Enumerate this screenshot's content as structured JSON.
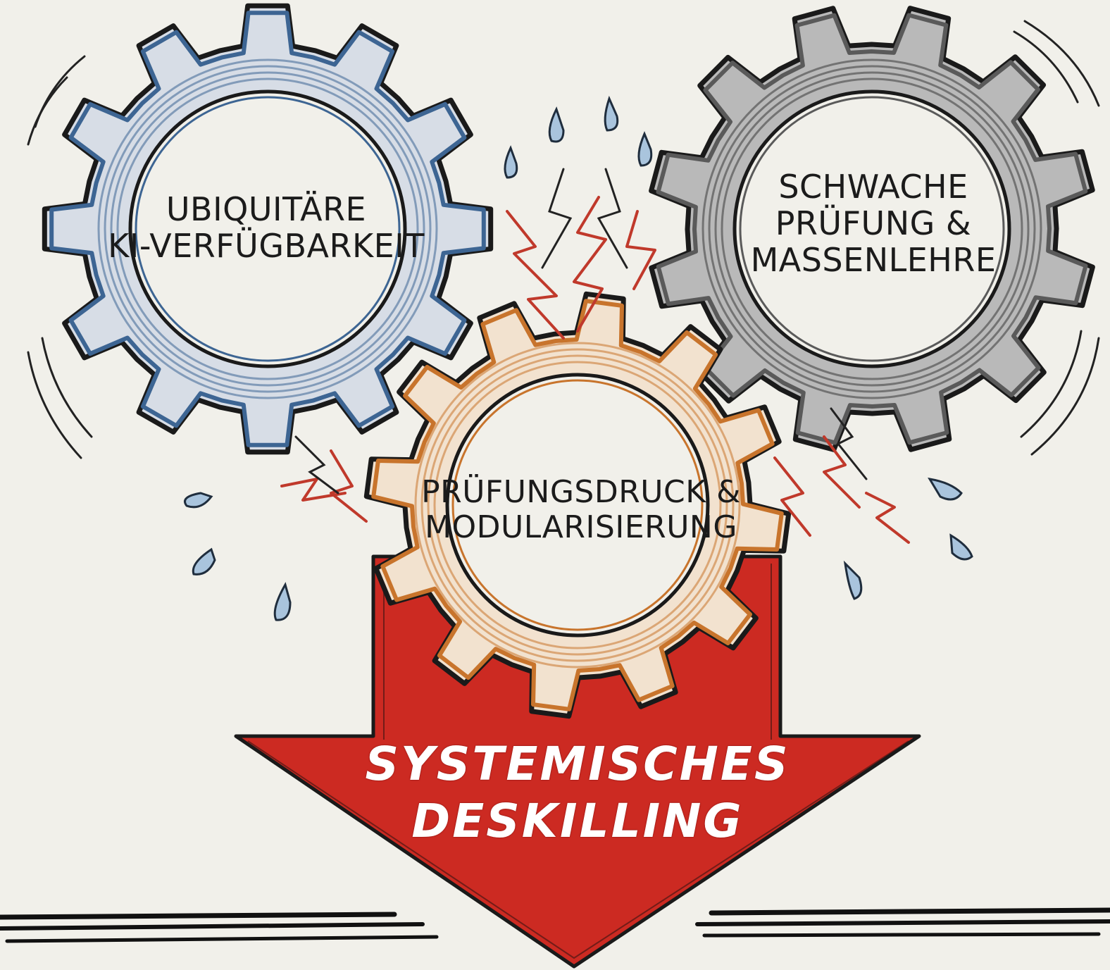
{
  "gears": {
    "ai_availability": {
      "label_lines": [
        "UBIQUITÄRE",
        "KI-VERFÜGBARKEIT"
      ],
      "color": "#3d6593"
    },
    "weak_assessment": {
      "label_lines": [
        "SCHWACHE",
        "PRÜFUNG &",
        "MASSENLEHRE"
      ],
      "color": "#5a5a5a"
    },
    "exam_pressure": {
      "label_lines": [
        "PRÜFUNGSDRUCK &",
        "MODULARISIERUNG"
      ],
      "color": "#c8742c"
    }
  },
  "outcome": {
    "label_lines": [
      "SYSTEMISCHES",
      "DESKILLING"
    ],
    "color": "#cc2a22",
    "text_color": "#ffffff"
  },
  "colors": {
    "background": "#f1f0ea",
    "ink": "#1b1b1b",
    "spark": "#c0392b",
    "drop": "#9fbcd8"
  }
}
